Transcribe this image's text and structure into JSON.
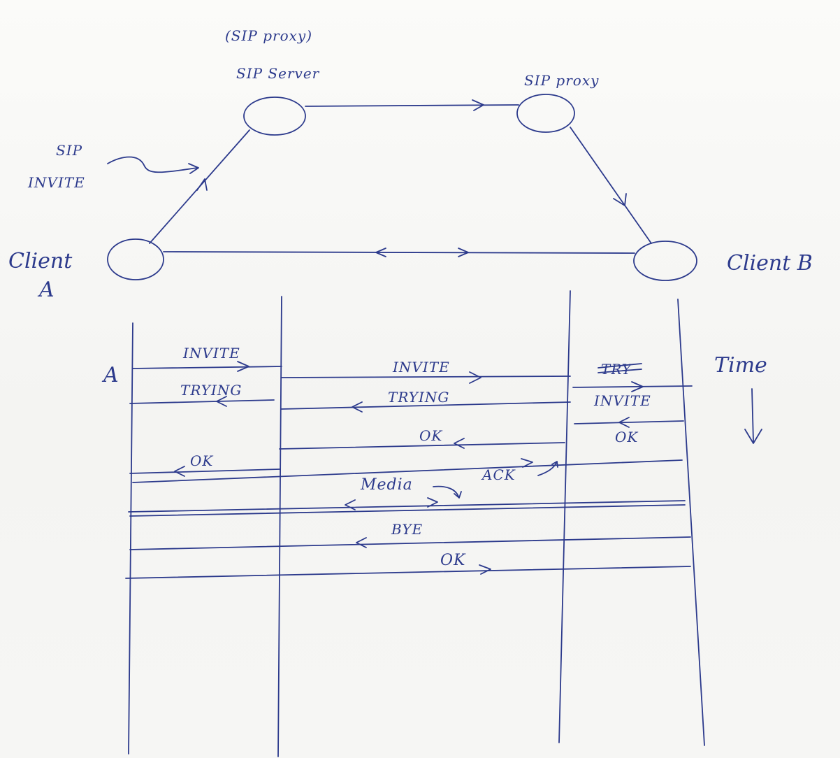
{
  "nodes": {
    "sip_server_note": "(SIP proxy)",
    "sip_server": "SIP Server",
    "sip_proxy": "SIP proxy",
    "client_a": "Client",
    "client_a_letter": "A",
    "client_b": "Client B",
    "sip_invite_line1": "SIP",
    "sip_invite_line2": "INVITE"
  },
  "sequence": {
    "lane_a": "A",
    "time": "Time",
    "messages": {
      "invite_1": "INVITE",
      "trying_1": "TRYING",
      "invite_2": "INVITE",
      "trying_2": "TRYING",
      "try_struck": "TRY",
      "invite_3": "INVITE",
      "ok_1": "OK",
      "ok_2": "OK",
      "ok_3": "OK",
      "ack": "ACK",
      "media": "Media",
      "bye": "BYE",
      "ok_4": "OK"
    }
  }
}
